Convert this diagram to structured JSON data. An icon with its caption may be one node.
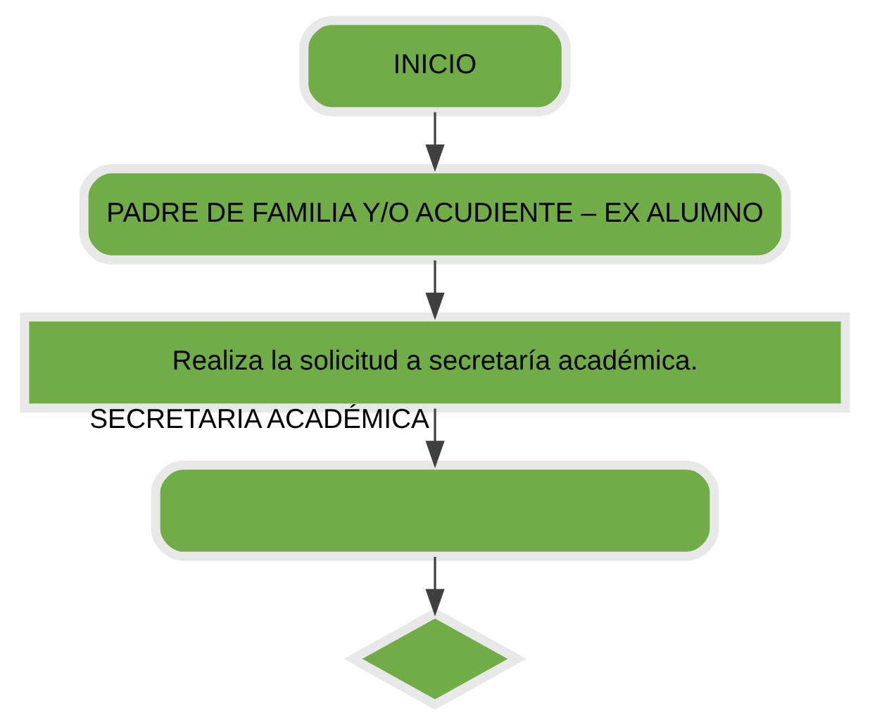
{
  "diagram": {
    "nodes": [
      {
        "text": [
          "INICIO"
        ]
      },
      {
        "text": [
          "PADRE DE FAMILIA Y/O ACUDIENTE – EX ALUMNO"
        ]
      },
      {
        "text": [
          "Realiza la solicitud a secretaría académica."
        ]
      },
      {
        "text": [],
        "shape": "box"
      },
      {
        "text": [],
        "shape": "diamond"
      }
    ],
    "edges": [
      {
        "from": 0,
        "to": 1,
        "arrow": "to"
      },
      {
        "from": 1,
        "to": 2,
        "arrow": "to"
      },
      {
        "from": 2,
        "to": 3,
        "arrow": "to",
        "label": "SECRETARIA ACADÉMICA"
      },
      {
        "from": 3,
        "to": 4,
        "arrow": "to"
      }
    ]
  }
}
